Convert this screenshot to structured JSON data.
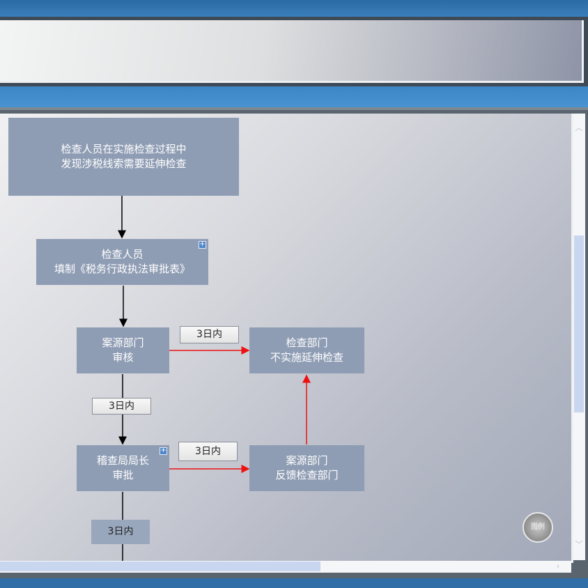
{
  "flow": {
    "start": {
      "line1": "检查人员在实施检查过程中",
      "line2": "发现涉税线索需要延伸检查"
    },
    "fill": {
      "line1": "检查人员",
      "line2": "填制《税务行政执法审批表》"
    },
    "review": {
      "line1": "案源部门",
      "line2": "审核"
    },
    "no_extend": {
      "line1": "检查部门",
      "line2": "不实施延伸检查"
    },
    "director": {
      "line1": "稽查局局长",
      "line2": "审批"
    },
    "feedback": {
      "line1": "案源部门",
      "line2": "反馈检查部门"
    },
    "labels": {
      "review_to_no_extend": "3日内",
      "review_to_director": "3日内",
      "director_to_feedback": "3日内",
      "director_down": "3日内"
    }
  },
  "legend_button": "图例",
  "colors": {
    "box": "#8f9db4",
    "arrow_black": "#000000",
    "arrow_red": "#ee1111",
    "header_blue": "#3d86c6"
  },
  "icons": {
    "expand": "plus-icon",
    "scroll_up": "chevron-up-icon",
    "scroll_down": "chevron-down-icon",
    "scroll_right": "chevron-right-icon"
  }
}
